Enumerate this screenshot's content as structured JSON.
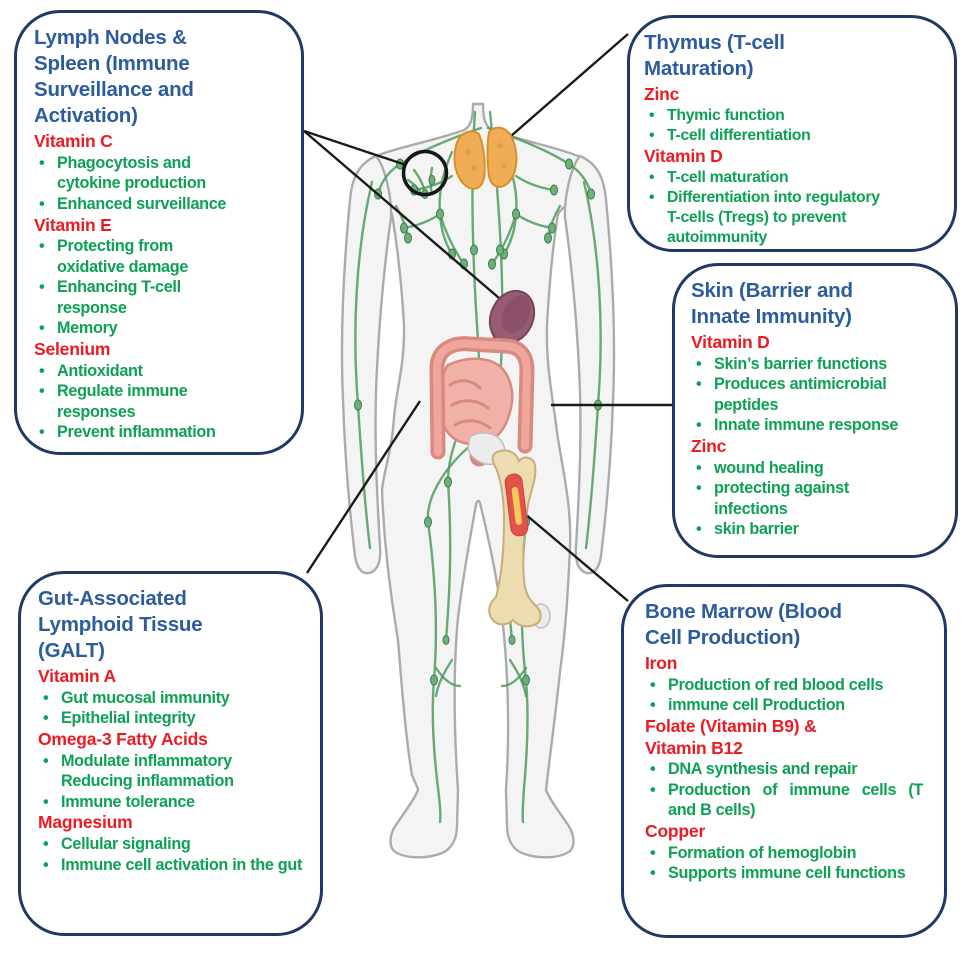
{
  "colors": {
    "title_blue": "#2d5c9e",
    "nutrient_red": "#ec1b23",
    "bullet_green": "#0da155",
    "box_border_navy": "#1f3864",
    "connector_black": "#1a1a1a",
    "body_fill": "#f4f4f4",
    "body_outline": "#ababab",
    "lymph_green": "#4f9c5f",
    "thymus_orange": "#f0ad55",
    "spleen_purple": "#955c72",
    "intestine_pink": "#e99b92",
    "bone_tan": "#eddcb0",
    "marrow_red": "#e2514a"
  },
  "illustration": {
    "description": "Human body with lymphatic vessels and nodes, thymus, spleen, intestines, circled chest lymph nodes and femur bone marrow"
  },
  "boxes": [
    {
      "id": "lymph-nodes-spleen",
      "title": "Lymph Nodes &\nSpleen (Immune\nSurveillance and\nActivation)",
      "sections": [
        {
          "nutrient": "Vitamin C",
          "bullets": [
            "Phagocytosis and\ncytokine production",
            "Enhanced surveillance"
          ]
        },
        {
          "nutrient": "Vitamin E",
          "bullets": [
            "Protecting from\noxidative damage",
            "Enhancing T-cell\nresponse",
            "Memory"
          ]
        },
        {
          "nutrient": "Selenium",
          "bullets": [
            "Antioxidant",
            "Regulate immune\nresponses",
            "Prevent inflammation"
          ]
        }
      ]
    },
    {
      "id": "thymus",
      "title": "Thymus (T-cell\nMaturation)",
      "sections": [
        {
          "nutrient": "Zinc",
          "bullets": [
            "Thymic function",
            "T-cell differentiation"
          ]
        },
        {
          "nutrient": "Vitamin D",
          "bullets": [
            "T-cell maturation",
            "Differentiation into regulatory\nT-cells (Tregs) to prevent\nautoimmunity"
          ]
        }
      ]
    },
    {
      "id": "skin",
      "title": "Skin (Barrier and\nInnate Immunity)",
      "sections": [
        {
          "nutrient": "Vitamin D",
          "bullets": [
            "Skin’s barrier functions",
            "Produces antimicrobial\npeptides",
            "Innate immune response"
          ]
        },
        {
          "nutrient": "Zinc",
          "bullets": [
            "wound healing",
            "protecting against\ninfections",
            "skin barrier"
          ]
        }
      ]
    },
    {
      "id": "galt",
      "title": "Gut-Associated\nLymphoid Tissue\n(GALT)",
      "sections": [
        {
          "nutrient": "Vitamin A",
          "bullets": [
            "Gut mucosal immunity",
            "Epithelial integrity"
          ]
        },
        {
          "nutrient": "Omega-3 Fatty Acids",
          "bullets": [
            "Modulate inflammatory\nReducing inflammation",
            "Immune tolerance"
          ]
        },
        {
          "nutrient": "Magnesium",
          "bullets": [
            "Cellular signaling",
            "Immune cell activation in the gut"
          ]
        }
      ]
    },
    {
      "id": "bone-marrow",
      "title": "Bone Marrow (Blood\nCell Production)",
      "sections": [
        {
          "nutrient": "Iron",
          "bullets": [
            "Production of red blood cells",
            "immune cell Production"
          ]
        },
        {
          "nutrient": "Folate (Vitamin B9) &\nVitamin B12",
          "bullets": [
            "DNA synthesis and repair",
            "Production of immune cells (T and B cells)"
          ]
        },
        {
          "nutrient": "Copper",
          "bullets": [
            "Formation of hemoglobin",
            "Supports immune cell functions"
          ]
        }
      ]
    }
  ]
}
